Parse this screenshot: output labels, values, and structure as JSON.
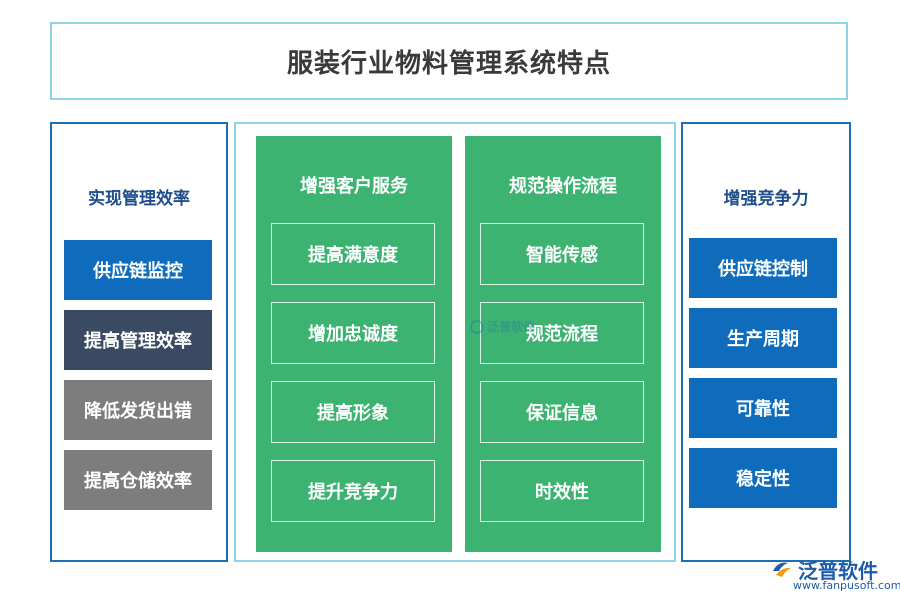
{
  "title": "服装行业物料管理系统特点",
  "colors": {
    "blue": "#0f6cbd",
    "navy": "#3a4a63",
    "gray": "#7d7d7d",
    "green": "#3cb371",
    "panel_border_blue": "#1d6fb5",
    "panel_border_light": "#8ed3e8"
  },
  "left_panel": {
    "heading": "实现管理效率",
    "items": [
      {
        "label": "供应链监控",
        "color": "#0f6cbd"
      },
      {
        "label": "提高管理效率",
        "color": "#3a4a63"
      },
      {
        "label": "降低发货出错",
        "color": "#7d7d7d"
      },
      {
        "label": "提高仓储效率",
        "color": "#7d7d7d"
      }
    ]
  },
  "center": {
    "columns": [
      {
        "heading": "增强客户服务",
        "items": [
          "提高满意度",
          "增加忠诚度",
          "提高形象",
          "提升竞争力"
        ]
      },
      {
        "heading": "规范操作流程",
        "items": [
          "智能传感",
          "规范流程",
          "保证信息",
          "时效性"
        ]
      }
    ]
  },
  "right_panel": {
    "heading": "增强竞争力",
    "items": [
      {
        "label": "供应链控制",
        "color": "#0f6cbd"
      },
      {
        "label": "生产周期",
        "color": "#0f6cbd"
      },
      {
        "label": "可靠性",
        "color": "#0f6cbd"
      },
      {
        "label": "稳定性",
        "color": "#0f6cbd"
      }
    ]
  },
  "watermark": {
    "text": "泛普软件",
    "icon": "fanpu-logo-icon"
  },
  "logo": {
    "text": "泛普软件",
    "url": "www.fanpusoft.com",
    "icon": "fanpu-logo-icon"
  }
}
